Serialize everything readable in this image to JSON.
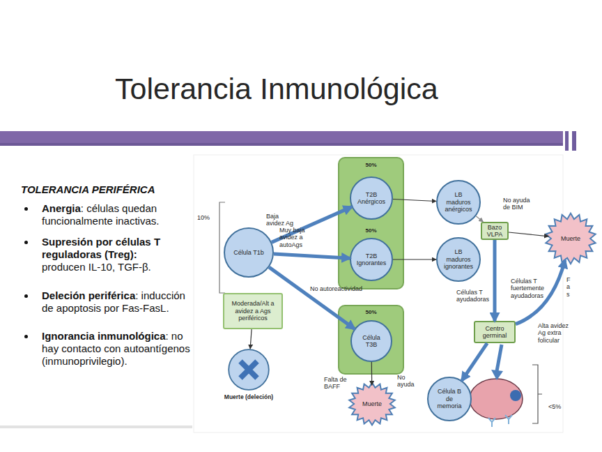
{
  "diagram": {
    "title": "Tolerancia Inmunológica",
    "nodes": [
      {
        "text": [
          "Célula T1b"
        ]
      },
      {
        "text": [
          "50%",
          "50%"
        ]
      },
      {
        "text": [
          "T2B Anérgicos"
        ],
        "in": 1
      },
      {
        "text": [
          "T2B Ignorantes"
        ],
        "in": 1
      },
      {
        "text": [
          "LB maduros anérgicos"
        ]
      },
      {
        "text": [
          "LB maduros ignorantes"
        ]
      },
      {
        "text": [
          "Bazo VLPA"
        ]
      },
      {
        "text": [
          "Muerte"
        ]
      },
      {
        "text": [
          "Moderada/Alt a avidez a Ags periféricos"
        ]
      },
      {
        "text": [
          "50%"
        ]
      },
      {
        "text": [
          "Célula T3B"
        ],
        "in": 9
      },
      {
        "text": [
          "Centro germinal"
        ]
      },
      {
        "text": [
          "Muerte (deleción)"
        ]
      },
      {
        "text": [
          "Muerte"
        ]
      },
      {
        "text": [
          "Célula B de memoria"
        ]
      }
    ],
    "edges": [
      {
        "from": 0,
        "to": 2,
        "arrow": "to"
      },
      {
        "from": 0,
        "to": 3,
        "arrow": "to"
      },
      {
        "from": 0,
        "to": 10,
        "arrow": "to"
      },
      {
        "from": 2,
        "to": 4,
        "arrow": "to"
      },
      {
        "from": 3,
        "to": 5,
        "arrow": "to"
      },
      {
        "from": 4,
        "to": 6,
        "arrow": "to"
      },
      {
        "from": 6,
        "to": 7,
        "arrow": "to"
      },
      {
        "from": 6,
        "to": 11,
        "arrow": "to"
      },
      {
        "from": 11,
        "to": 7,
        "arrow": "to"
      },
      {
        "from": 8,
        "to": 12,
        "arrow": "to"
      },
      {
        "from": 10,
        "to": 13,
        "arrow": "to"
      },
      {
        "from": 11,
        "to": 14,
        "arrow": "to"
      }
    ],
    "labels": [
      "TOLERANCIA PERIFÉRICA",
      "Anergia",
      ": células quedan funcionalmente inactivas.",
      "Supresión por células T reguladoras (Treg):",
      "producen IL-10, TGF-β.",
      "Deleción periférica",
      ": inducción de apoptosis por Fas-FasL.",
      "Ignorancia inmunológica",
      ": no hay contacto con autoantígenos (inmunoprivilegio).",
      "10%",
      "Baja avidez Ag",
      "Muy baja avidez a autoAgs",
      "No autoreactividad",
      "No ayuda de BIM",
      "Células T ayudadoras",
      "Células T fuertemente ayudadoras",
      "F a s",
      "Alta avidez Ag extra folicular",
      "Falta de BAFF",
      "No ayuda",
      "<5%"
    ]
  }
}
